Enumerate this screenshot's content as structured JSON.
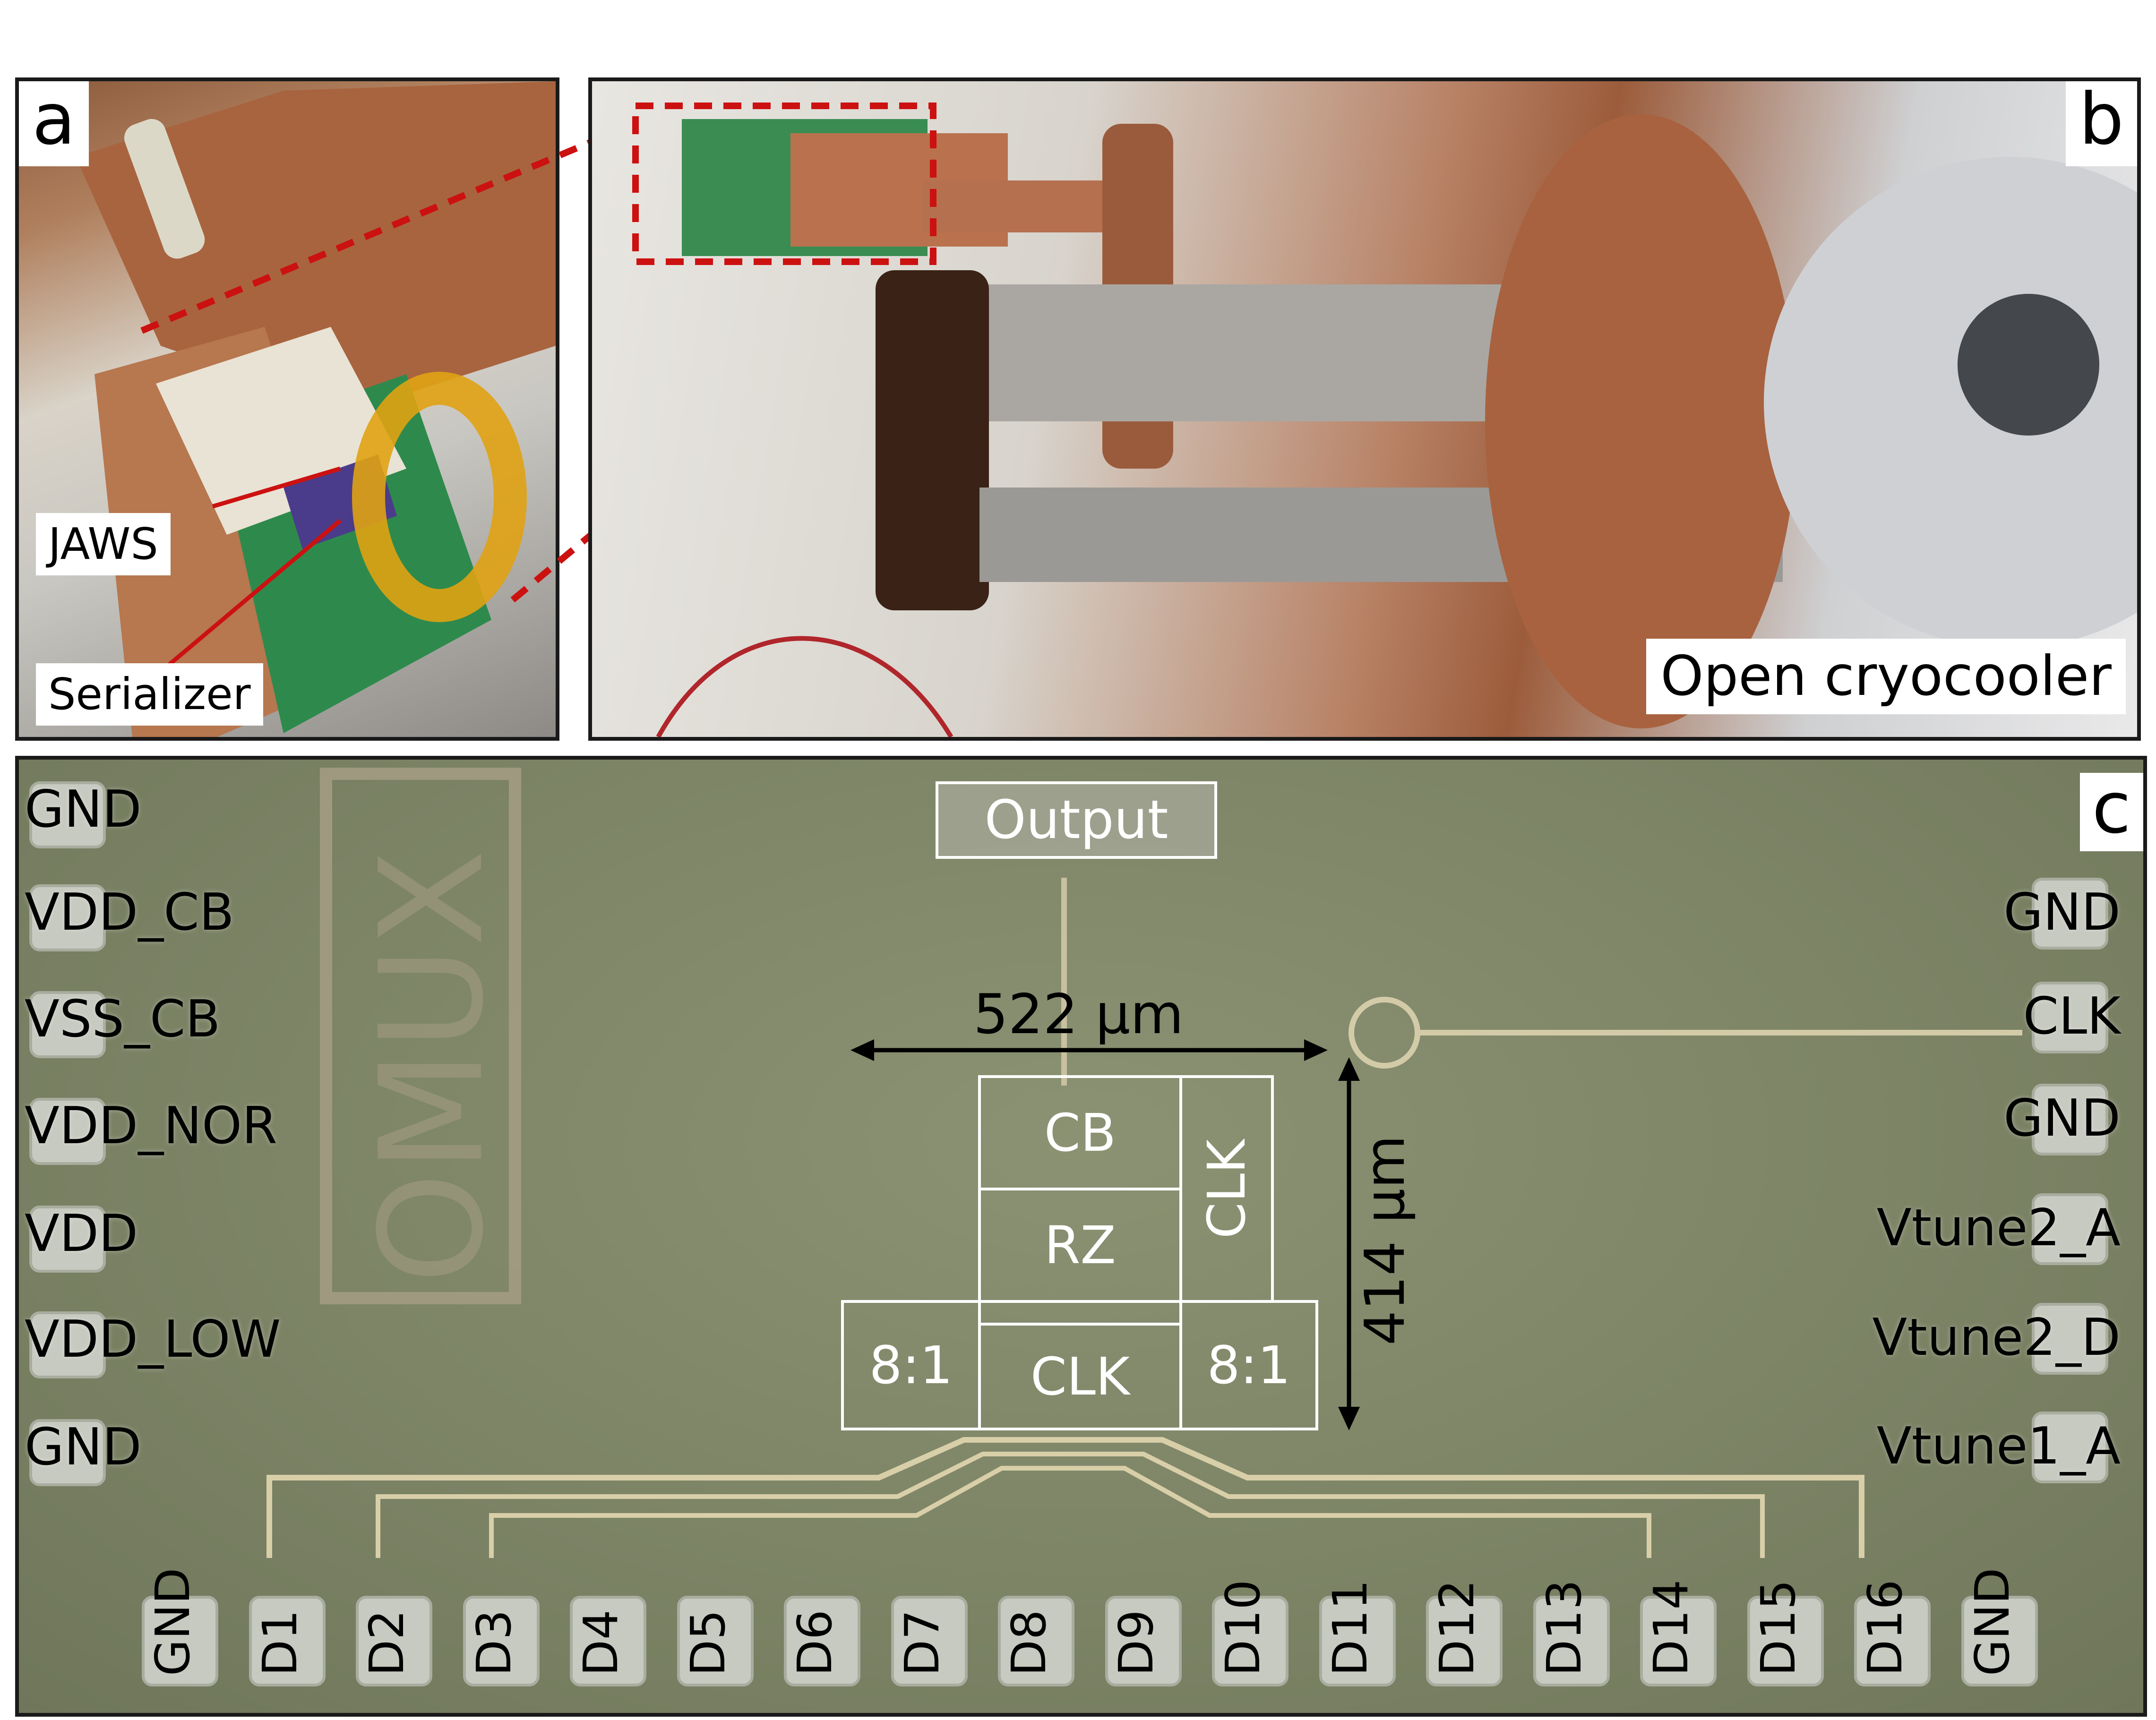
{
  "panels": {
    "a": {
      "letter": "a"
    },
    "b": {
      "letter": "b"
    },
    "c": {
      "letter": "c"
    }
  },
  "callouts": {
    "jaws": "JAWS",
    "serializer": "Serializer",
    "open_cryocooler": "Open cryocooler",
    "output": "Output"
  },
  "chip": {
    "left_pads": [
      "GND",
      "VDD_CB",
      "VSS_CB",
      "VDD_NOR",
      "VDD",
      "VDD_LOW",
      "GND"
    ],
    "right_pads": [
      "GND",
      "CLK",
      "GND",
      "Vtune2_A",
      "Vtune2_D",
      "Vtune1_A"
    ],
    "bottom_pads": [
      "GND",
      "D1",
      "D2",
      "D3",
      "D4",
      "D5",
      "D6",
      "D7",
      "D8",
      "D9",
      "D10",
      "D11",
      "D12",
      "D13",
      "D14",
      "D15",
      "D16",
      "GND"
    ],
    "blocks": {
      "cb": "CB",
      "rz": "RZ",
      "clk_vertical": "CLK",
      "clk_bottom": "CLK",
      "mux_left": "8:1",
      "mux_right": "8:1"
    },
    "width_label": "522  μm",
    "height_label": "414 μm",
    "watermark": "OMUX"
  },
  "colors": {
    "highlight_red": "#cc1111",
    "die_green": "#7d8466",
    "block_outline": "#ffffff"
  }
}
